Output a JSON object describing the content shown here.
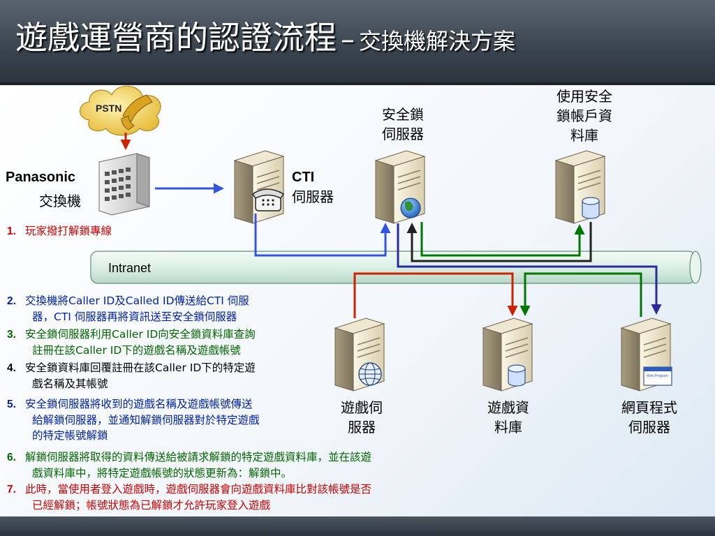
{
  "slide": {
    "title_main": "遊戲運營商的認證流程",
    "title_dash": "–",
    "title_sub": "交換機解決方案"
  },
  "nodes": {
    "pstn": "PSTN",
    "pbx_line1": "Panasonic",
    "pbx_line2": "交換機",
    "cti_line1": "CTI",
    "cti_line2": "伺服器",
    "lock_server_line1": "安全鎖",
    "lock_server_line2": "伺服器",
    "lock_db_line1": "使用安全",
    "lock_db_line2": "鎖帳戶資",
    "lock_db_line3": "料庫",
    "game_server_line1": "遊戲伺",
    "game_server_line2": "服器",
    "game_db_line1": "遊戲資",
    "game_db_line2": "料庫",
    "web_server_line1": "網頁程式",
    "web_server_line2": "伺服器",
    "web_badge": "Web Program",
    "intranet": "Intranet"
  },
  "steps": [
    {
      "num": "1.",
      "color": "#cc0000",
      "lines": [
        "玩家撥打解鎖專線"
      ]
    },
    {
      "num": "2.",
      "color": "#0022aa",
      "lines": [
        "交換機將Caller ID及Called ID傳送給CTI 伺服",
        "器，CTI 伺服器再將資訊送至安全鎖伺服器"
      ]
    },
    {
      "num": "3.",
      "color": "#006600",
      "lines": [
        "安全鎖伺服器利用Caller ID向安全鎖資料庫查詢",
        "註冊在該Caller ID下的遊戲名稱及遊戲帳號"
      ]
    },
    {
      "num": "4.",
      "color": "#000000",
      "lines": [
        "安全鎖資料庫回覆註冊在該Caller ID下的特定遊",
        "戲名稱及其帳號"
      ]
    },
    {
      "num": "5.",
      "color": "#0022aa",
      "lines": [
        "安全鎖伺服器將收到的遊戲名稱及遊戲帳號傳送",
        "給解鎖伺服器，並通知解鎖伺服器對於特定遊戲",
        "的特定帳號解鎖"
      ]
    },
    {
      "num": "6.",
      "color": "#006600",
      "lines": [
        "解鎖伺服器將取得的資料傳送給被請求解鎖的特定遊戲資料庫，並在該遊",
        "戲資料庫中，將特定遊戲帳號的狀態更新為：解鎖中。"
      ]
    },
    {
      "num": "7.",
      "color": "#cc0000",
      "lines": [
        "此時，當使用者登入遊戲時，遊戲伺服器會向遊戲資料庫比對該帳號是否",
        "已經解鎖；帳號狀態為已解鎖才允許玩家登入遊戲"
      ]
    }
  ],
  "colors": {
    "header": "#3a444e",
    "arrow_red": "#cc2200",
    "arrow_blue": "#3355dd",
    "arrow_green": "#007700",
    "arrow_navy": "#2a2a99",
    "arrow_black": "#222222",
    "intranet_pipe": "#dcefe6"
  }
}
